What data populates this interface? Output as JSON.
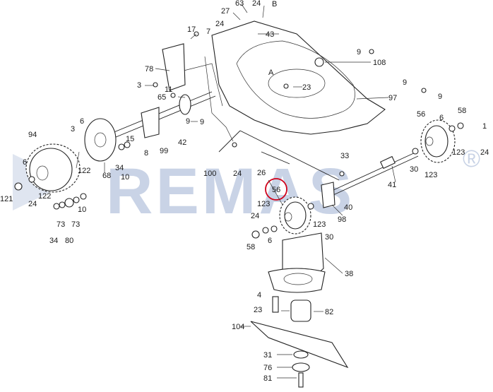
{
  "watermark": {
    "text": "REMAS",
    "registered_mark": "®",
    "color": "#c9d3e6"
  },
  "highlight": {
    "label": "56",
    "circle_color": "#d0021b"
  },
  "labels": [
    {
      "id": "l63",
      "text": "63"
    },
    {
      "id": "l27",
      "text": "27"
    },
    {
      "id": "l24a",
      "text": "24"
    },
    {
      "id": "lB",
      "text": "B"
    },
    {
      "id": "l24b",
      "text": "24"
    },
    {
      "id": "l7",
      "text": "7"
    },
    {
      "id": "l43",
      "text": "43"
    },
    {
      "id": "l17",
      "text": "17"
    },
    {
      "id": "l9a",
      "text": "9"
    },
    {
      "id": "l108",
      "text": "108"
    },
    {
      "id": "l78",
      "text": "78"
    },
    {
      "id": "lA",
      "text": "A"
    },
    {
      "id": "l23a",
      "text": "23"
    },
    {
      "id": "l3",
      "text": "3"
    },
    {
      "id": "l11",
      "text": "11"
    },
    {
      "id": "l65",
      "text": "65"
    },
    {
      "id": "l9b",
      "text": "9"
    },
    {
      "id": "l97",
      "text": "97"
    },
    {
      "id": "l9c",
      "text": "9"
    },
    {
      "id": "l9d",
      "text": "9"
    },
    {
      "id": "l56a",
      "text": "56"
    },
    {
      "id": "l58a",
      "text": "58"
    },
    {
      "id": "l6a",
      "text": "6"
    },
    {
      "id": "l1",
      "text": "1"
    },
    {
      "id": "l9e",
      "text": "9"
    },
    {
      "id": "l6b",
      "text": "6"
    },
    {
      "id": "l3b",
      "text": "3"
    },
    {
      "id": "l94",
      "text": "94"
    },
    {
      "id": "l8",
      "text": "8"
    },
    {
      "id": "l99",
      "text": "99"
    },
    {
      "id": "l42",
      "text": "42"
    },
    {
      "id": "l123a",
      "text": "123"
    },
    {
      "id": "l24c",
      "text": "24"
    },
    {
      "id": "l15",
      "text": "15"
    },
    {
      "id": "l122a",
      "text": "122"
    },
    {
      "id": "l34a",
      "text": "34"
    },
    {
      "id": "l10a",
      "text": "10"
    },
    {
      "id": "l68",
      "text": "68"
    },
    {
      "id": "l6c",
      "text": "6"
    },
    {
      "id": "l33",
      "text": "33"
    },
    {
      "id": "l30a",
      "text": "30"
    },
    {
      "id": "l123b",
      "text": "123"
    },
    {
      "id": "l100",
      "text": "100"
    },
    {
      "id": "l24d",
      "text": "24"
    },
    {
      "id": "l26",
      "text": "26"
    },
    {
      "id": "l41",
      "text": "41"
    },
    {
      "id": "l24e",
      "text": "24"
    },
    {
      "id": "l122b",
      "text": "122"
    },
    {
      "id": "l121",
      "text": "121"
    },
    {
      "id": "l56b",
      "text": "56"
    },
    {
      "id": "l40",
      "text": "40"
    },
    {
      "id": "l123c",
      "text": "123"
    },
    {
      "id": "l10b",
      "text": "10"
    },
    {
      "id": "l98",
      "text": "98"
    },
    {
      "id": "l24f",
      "text": "24"
    },
    {
      "id": "l73a",
      "text": "73"
    },
    {
      "id": "l73b",
      "text": "73"
    },
    {
      "id": "l123d",
      "text": "123"
    },
    {
      "id": "l30b",
      "text": "30"
    },
    {
      "id": "l34b",
      "text": "34"
    },
    {
      "id": "l80",
      "text": "80"
    },
    {
      "id": "l58b",
      "text": "58"
    },
    {
      "id": "l6d",
      "text": "6"
    },
    {
      "id": "l38",
      "text": "38"
    },
    {
      "id": "l4",
      "text": "4"
    },
    {
      "id": "l23b",
      "text": "23"
    },
    {
      "id": "l82",
      "text": "82"
    },
    {
      "id": "l104",
      "text": "104"
    },
    {
      "id": "l31",
      "text": "31"
    },
    {
      "id": "l76",
      "text": "76"
    },
    {
      "id": "l81",
      "text": "81"
    }
  ]
}
